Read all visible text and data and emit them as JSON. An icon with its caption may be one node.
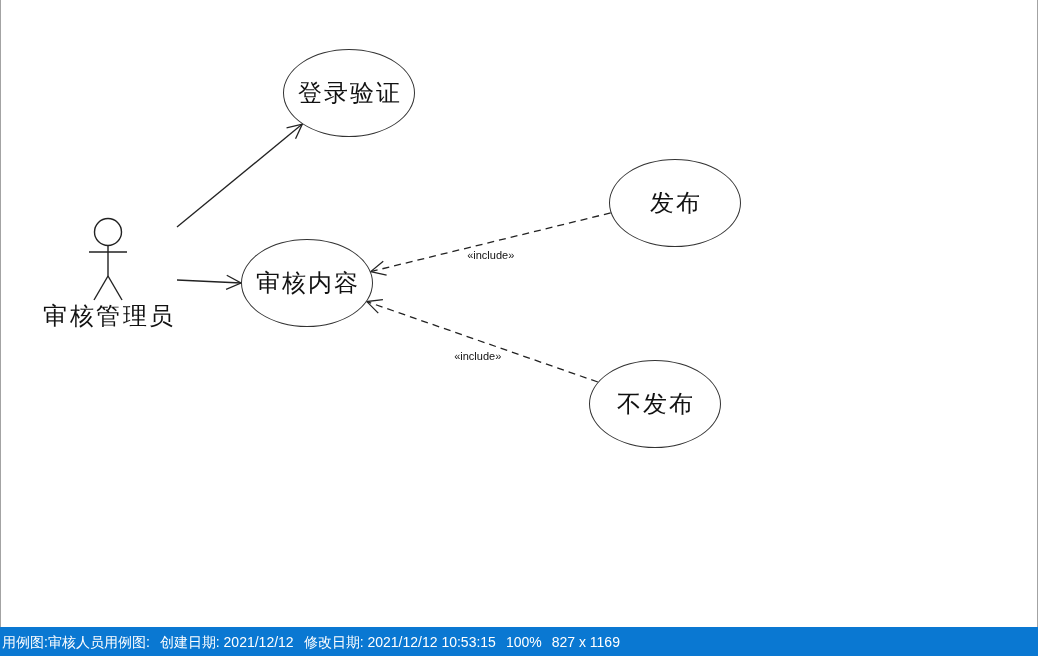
{
  "diagram": {
    "nodes": [
      {
        "text": [
          "审核管理员"
        ]
      },
      {
        "text": [
          "登录验证"
        ]
      },
      {
        "text": [
          "审核内容"
        ]
      },
      {
        "text": [
          "发布"
        ]
      },
      {
        "text": [
          "不发布"
        ]
      }
    ],
    "edges": [
      {
        "from": 0,
        "to": 1,
        "arrow": "to"
      },
      {
        "from": 0,
        "to": 2,
        "arrow": "to"
      },
      {
        "from": 3,
        "to": 2,
        "arrow": "to",
        "label": "«include»",
        "style": "dashed"
      },
      {
        "from": 4,
        "to": 2,
        "arrow": "to",
        "label": "«include»",
        "style": "dashed"
      }
    ],
    "labels": [
      "用例图:审核人员用例图:",
      "创建日期: 2021/12/12",
      "修改日期: 2021/12/12 10:53:15",
      "100%",
      "827 x 1169"
    ]
  }
}
